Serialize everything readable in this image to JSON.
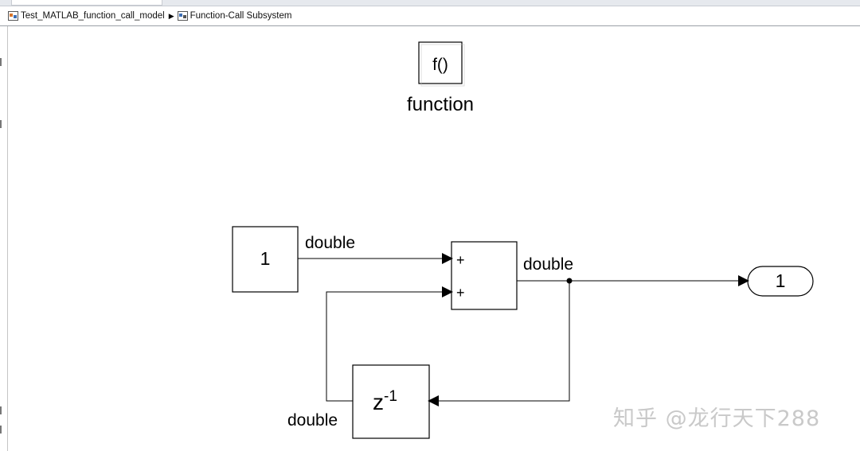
{
  "breadcrumb": {
    "items": [
      {
        "label": "Test_MATLAB_function_call_model",
        "icon": "model-icon"
      },
      {
        "label": "Function-Call Subsystem",
        "icon": "subsystem-icon"
      }
    ],
    "separator_icon": "triangle-right-icon"
  },
  "diagram": {
    "trigger": {
      "text": "f()",
      "label": "function"
    },
    "constant": {
      "value": "1"
    },
    "sum": {
      "ports": [
        "+",
        "+"
      ]
    },
    "unit_delay": {
      "base": "z",
      "exponent": "-1"
    },
    "outport": {
      "value": "1"
    },
    "signal_labels": {
      "constant_out": "double",
      "sum_out": "double",
      "delay_out": "double"
    }
  },
  "watermark": "知乎 @龙行天下288",
  "colors": {
    "line": "#000000",
    "block_border": "#000000",
    "background": "#ffffff"
  }
}
